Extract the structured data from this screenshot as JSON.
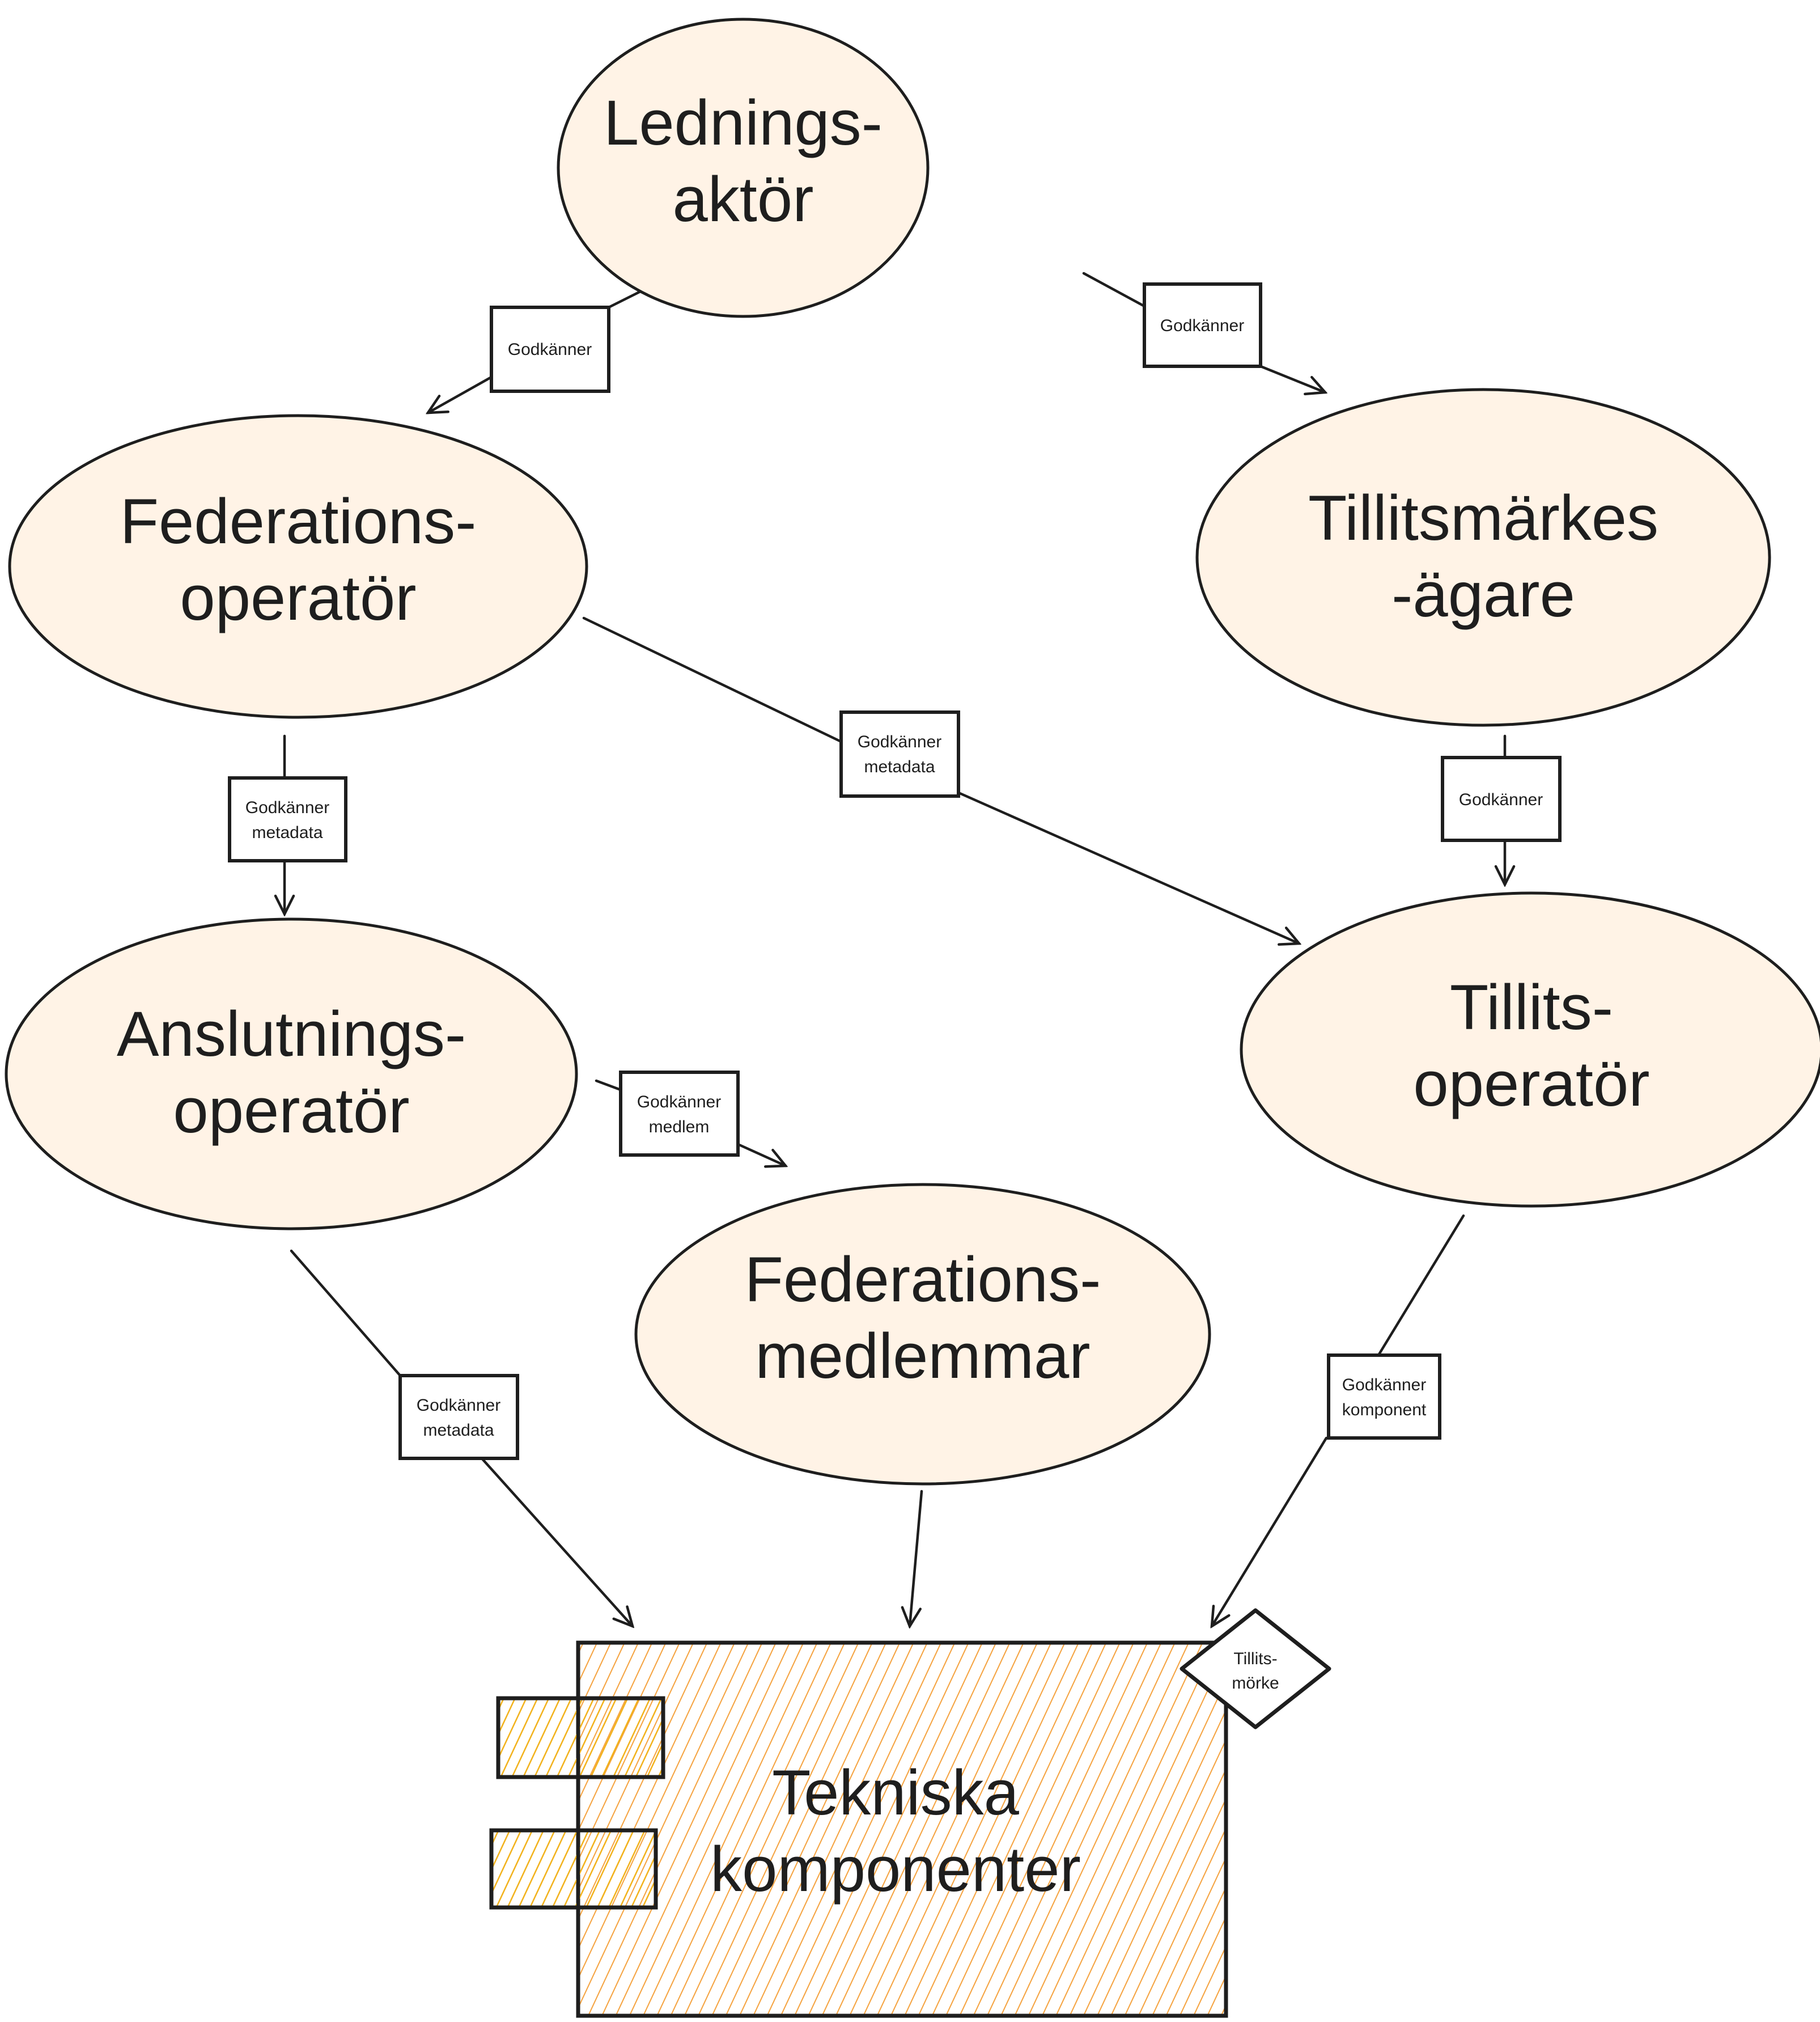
{
  "diagram": {
    "colors": {
      "node_fill": "#fff3e6",
      "stroke": "#1e1e1e",
      "component_hatch": "#f5a340",
      "component_port_hatch": "#f2b21c",
      "background": "#ffffff"
    },
    "nodes": {
      "ledningsaktor": {
        "lines": [
          "Lednings-",
          "aktör"
        ]
      },
      "federationsoperator": {
        "lines": [
          "Federations-",
          "operatör"
        ]
      },
      "tillitsmarkesagare": {
        "lines": [
          "Tillitsmärkes",
          "-ägare"
        ]
      },
      "tillitsoperator": {
        "lines": [
          "Tillits-",
          "operatör"
        ]
      },
      "anslutningsoperator": {
        "lines": [
          "Anslutnings-",
          "operatör"
        ]
      },
      "federationsmedlemmar": {
        "lines": [
          "Federations-",
          "medlemmar"
        ]
      },
      "tekniska_komponenter": {
        "lines": [
          "Tekniska",
          "komponenter"
        ]
      },
      "tillitsmarke": {
        "lines": [
          "Tillits-",
          "mörke"
        ]
      }
    },
    "edges": [
      {
        "from": "Lednings-aktör",
        "to": "Federations-operatör",
        "label": [
          "Godkänner"
        ]
      },
      {
        "from": "Lednings-aktör",
        "to": "Tillitsmärkes-ägare",
        "label": [
          "Godkänner"
        ]
      },
      {
        "from": "Federations-operatör",
        "to": "Anslutnings-operatör",
        "label": [
          "Godkänner",
          "metadata"
        ]
      },
      {
        "from": "Federations-operatör",
        "to": "Tillits-operatör",
        "label": [
          "Godkänner",
          "metadata"
        ]
      },
      {
        "from": "Tillitsmärkes-ägare",
        "to": "Tillits-operatör",
        "label": [
          "Godkänner"
        ]
      },
      {
        "from": "Anslutnings-operatör",
        "to": "Federations-medlemmar",
        "label": [
          "Godkänner",
          "medlem"
        ]
      },
      {
        "from": "Anslutnings-operatör",
        "to": "Tekniska komponenter",
        "label": [
          "Godkänner",
          "metadata"
        ]
      },
      {
        "from": "Federations-medlemmar",
        "to": "Tekniska komponenter",
        "label": []
      },
      {
        "from": "Tillits-operatör",
        "to": "Tekniska komponenter",
        "label": [
          "Godkänner",
          "komponent"
        ]
      }
    ]
  }
}
